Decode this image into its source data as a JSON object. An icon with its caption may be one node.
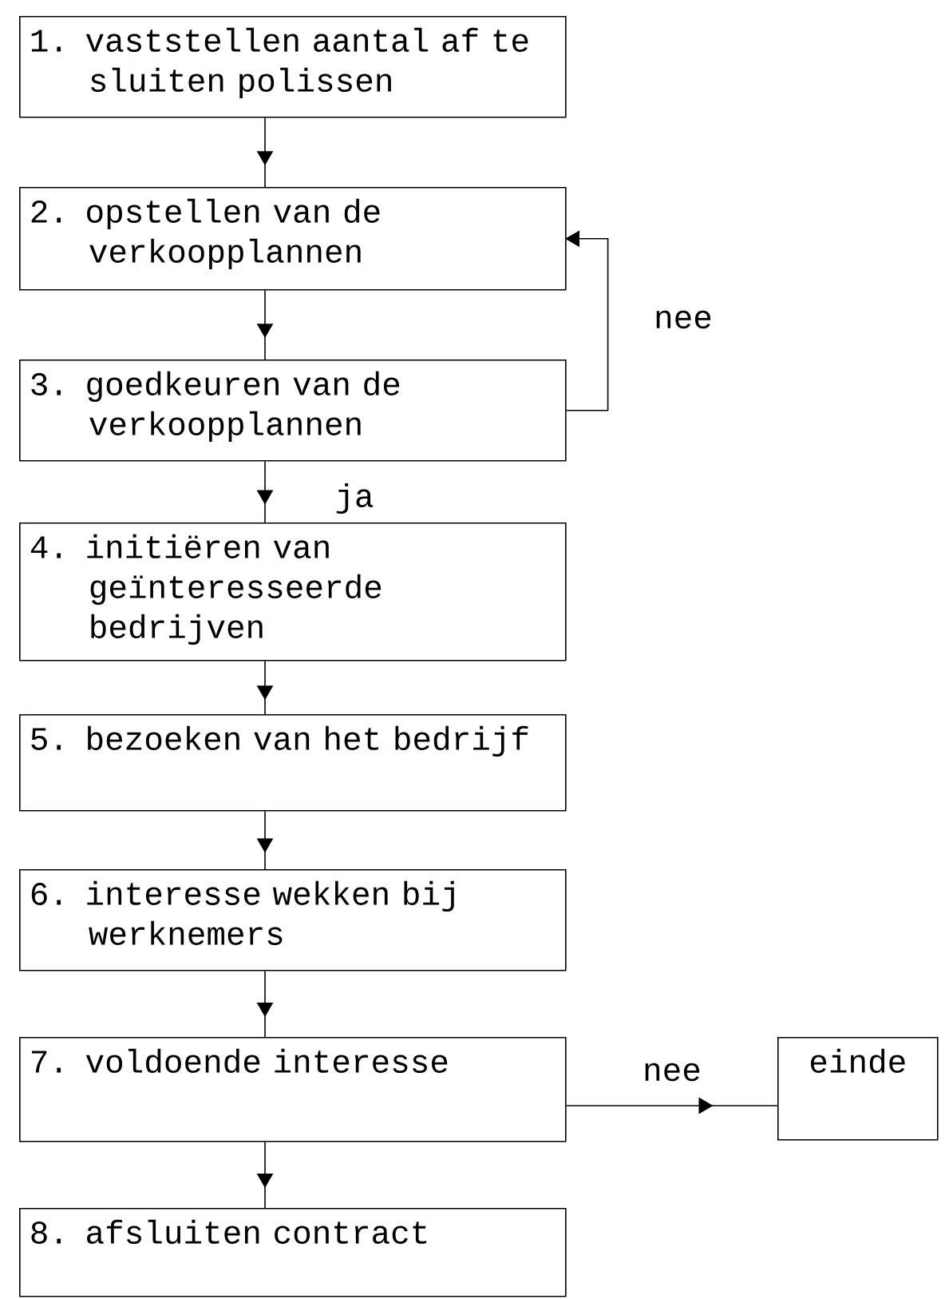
{
  "diagram": {
    "nodes": [
      {
        "text": [
          "1. vaststellen aantal af te sluiten polissen"
        ]
      },
      {
        "text": [
          "2. opstellen van de verkoopplannen"
        ]
      },
      {
        "text": [
          "3. goedkeuren van de verkoopplannen"
        ]
      },
      {
        "text": [
          "4. initiëren van geïnteresseerde bedrijven"
        ]
      },
      {
        "text": [
          "5. bezoeken van het bedrijf"
        ]
      },
      {
        "text": [
          "6. interesse wekken bij werknemers"
        ]
      },
      {
        "text": [
          "7. voldoende interesse"
        ]
      },
      {
        "text": [
          "8. afsluiten contract"
        ]
      },
      {
        "text": [
          "einde"
        ]
      }
    ],
    "edges": [
      {
        "from": 0,
        "to": 1,
        "arrow": "to"
      },
      {
        "from": 1,
        "to": 2,
        "arrow": "to"
      },
      {
        "from": 2,
        "to": 1,
        "arrow": "to",
        "label": "nee"
      },
      {
        "from": 2,
        "to": 3,
        "arrow": "to",
        "label": "ja"
      },
      {
        "from": 3,
        "to": 4,
        "arrow": "to"
      },
      {
        "from": 4,
        "to": 5,
        "arrow": "to"
      },
      {
        "from": 5,
        "to": 6,
        "arrow": "to"
      },
      {
        "from": 6,
        "to": 8,
        "arrow": "to",
        "label": "nee"
      },
      {
        "from": 6,
        "to": 7,
        "arrow": "to"
      }
    ]
  }
}
